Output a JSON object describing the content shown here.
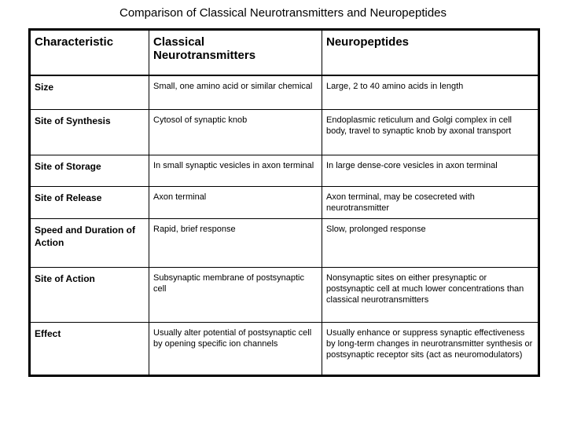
{
  "page": {
    "title": "Comparison of Classical Neurotransmitters and Neuropeptides",
    "background_color": "#ffffff",
    "text_color": "#000000",
    "border_color": "#000000"
  },
  "table": {
    "columns": [
      {
        "key": "characteristic",
        "label": "Characteristic"
      },
      {
        "key": "classical",
        "label": "Classical Neurotransmitters"
      },
      {
        "key": "neuropeptides",
        "label": "Neuropeptides"
      }
    ],
    "header": {
      "col1": "Characteristic",
      "col2_line1": "Classical",
      "col2_line2": "Neurotransmitters",
      "col3": "Neuropeptides"
    },
    "rows": [
      {
        "characteristic": "Size",
        "classical": "Small, one amino acid or similar chemical",
        "neuropeptides": "Large, 2 to 40 amino acids in length"
      },
      {
        "characteristic": "Site of Synthesis",
        "classical": "Cytosol of synaptic knob",
        "neuropeptides": "Endoplasmic reticulum and Golgi complex in cell body, travel to synaptic knob by axonal transport"
      },
      {
        "characteristic": "Site of Storage",
        "classical": "In small synaptic vesicles in axon terminal",
        "neuropeptides": "In large dense-core vesicles in axon terminal"
      },
      {
        "characteristic": "Site of Release",
        "classical": "Axon terminal",
        "neuropeptides": "Axon terminal, may be cosecreted with neurotransmitter"
      },
      {
        "characteristic": "Speed and Duration of Action",
        "classical": "Rapid, brief response",
        "neuropeptides": "Slow, prolonged response"
      },
      {
        "characteristic": "Site of Action",
        "classical": "Subsynaptic membrane of postsynaptic cell",
        "neuropeptides": "Nonsynaptic sites on either presynaptic or postsynaptic cell at much lower concentrations than classical neurotransmitters"
      },
      {
        "characteristic": "Effect",
        "classical": "Usually alter potential of postsynaptic cell by opening specific ion channels",
        "neuropeptides": "Usually enhance or suppress synaptic effectiveness by long-term changes in neurotransmitter synthesis or postsynaptic receptor sits (act as neuromodulators)"
      }
    ]
  }
}
